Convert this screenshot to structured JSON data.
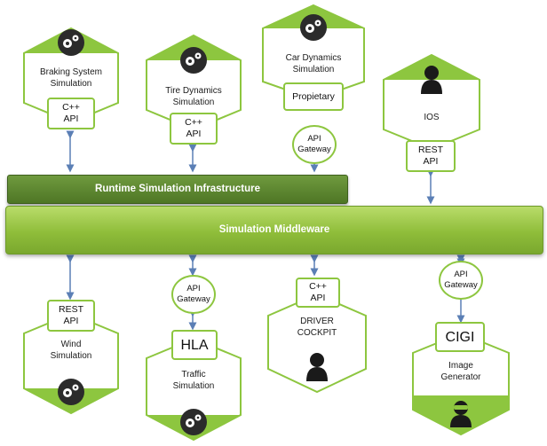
{
  "bars": {
    "runtime": "Runtime Simulation Infrastructure",
    "middleware": "Simulation Middleware"
  },
  "top": {
    "braking": {
      "title_line1": "Braking System",
      "title_line2": "Simulation",
      "api_line1": "C++",
      "api_line2": "API"
    },
    "tire": {
      "title_line1": "Tire Dynamics",
      "title_line2": "Simulation",
      "api_line1": "C++",
      "api_line2": "API"
    },
    "car": {
      "title_line1": "Car Dynamics",
      "title_line2": "Simulation",
      "box_label": "Propietary",
      "gw_line1": "API",
      "gw_line2": "Gateway"
    },
    "ios": {
      "title": "IOS",
      "api_line1": "REST",
      "api_line2": "API"
    }
  },
  "bottom": {
    "wind": {
      "api_line1": "REST",
      "api_line2": "API",
      "title_line1": "Wind",
      "title_line2": "Simulation"
    },
    "traffic": {
      "gw_line1": "API",
      "gw_line2": "Gateway",
      "box_label": "HLA",
      "title_line1": "Traffic",
      "title_line2": "Simulation"
    },
    "driver": {
      "api_line1": "C++",
      "api_line2": "API",
      "title_line1": "DRIVER",
      "title_line2": "COCKPIT"
    },
    "image": {
      "gw_line1": "API",
      "gw_line2": "Gateway",
      "box_label": "CIGI",
      "title_line1": "Image",
      "title_line2": "Generator"
    }
  },
  "colors": {
    "accent": "#8dc63f",
    "arrow": "#5b7fb5",
    "bar_dark": "#5a8430",
    "bar_light": "#9bc94a"
  },
  "icons": [
    "gears-icon",
    "person-icon",
    "vr-headset-person-icon"
  ]
}
